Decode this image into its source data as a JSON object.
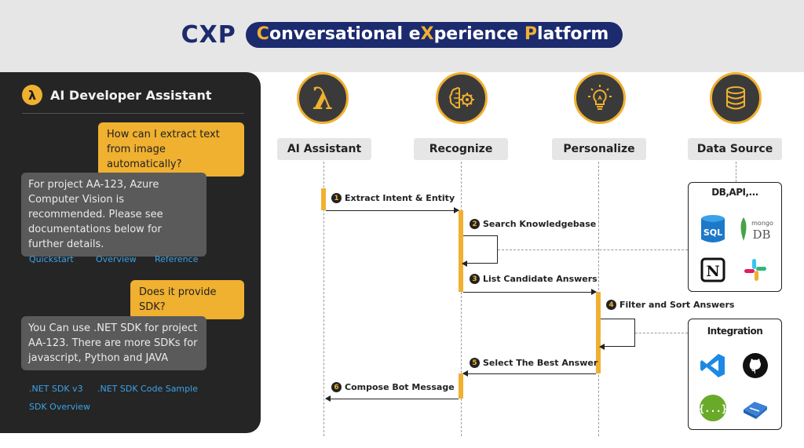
{
  "header": {
    "logo": "CXP",
    "subtitle_c": "C",
    "subtitle_rest1": "onversational e",
    "subtitle_x": "X",
    "subtitle_rest2": "perience ",
    "subtitle_p": "P",
    "subtitle_rest3": "latform"
  },
  "chat": {
    "title": "AI Developer Assistant",
    "messages": [
      {
        "role": "user",
        "text": "How can I extract text from image automatically?"
      },
      {
        "role": "bot",
        "text": "For project AA-123, Azure Computer Vision is recommended. Please see documentations below for further details."
      },
      {
        "role": "user",
        "text": "Does it provide SDK?"
      },
      {
        "role": "bot",
        "text": "You Can use .NET SDK for project AA-123. There are more SDKs for javascript, Python and JAVA"
      }
    ],
    "links1": [
      "Quickstart",
      "Overview",
      "Reference"
    ],
    "links2": [
      ".NET SDK v3",
      ".NET SDK Code Sample",
      "SDK Overview"
    ]
  },
  "diagram": {
    "columns": [
      {
        "label": "AI Assistant",
        "icon": "lambda-icon"
      },
      {
        "label": "Recognize",
        "icon": "brain-gear-icon"
      },
      {
        "label": "Personalize",
        "icon": "lightbulb-icon"
      },
      {
        "label": "Data Source",
        "icon": "database-icon"
      }
    ],
    "steps": [
      {
        "num": "1",
        "label": "Extract Intent & Entity"
      },
      {
        "num": "2",
        "label": "Search Knowledgebase"
      },
      {
        "num": "3",
        "label": "List Candidate Answers"
      },
      {
        "num": "4",
        "label": "Filter and Sort Answers"
      },
      {
        "num": "5",
        "label": "Select The Best Answer"
      },
      {
        "num": "6",
        "label": "Compose Bot Message"
      }
    ],
    "db_box": {
      "title": "DB,API,...",
      "tiles": [
        {
          "icon": "sql-database-icon",
          "label": "SQL"
        },
        {
          "icon": "mongodb-icon",
          "label_small": "mongo",
          "label_big": "DB"
        },
        {
          "icon": "notion-icon",
          "label": "N"
        },
        {
          "icon": "slack-icon"
        }
      ]
    },
    "integration_box": {
      "title": "Integration",
      "tiles": [
        {
          "icon": "vscode-icon"
        },
        {
          "icon": "github-icon"
        },
        {
          "icon": "api-braces-icon",
          "label": "{...}"
        },
        {
          "icon": "book-icon"
        }
      ]
    },
    "colors": {
      "accent": "#f0b030",
      "navy": "#1c2a6e",
      "panel": "#252525",
      "bubble_bot": "#5a5a5a",
      "link": "#3aa3e8"
    }
  }
}
